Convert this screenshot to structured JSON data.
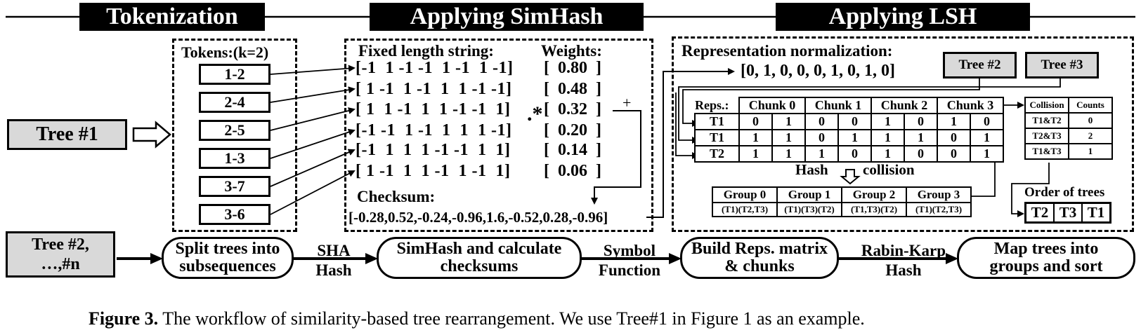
{
  "headers": {
    "tokenization": "Tokenization",
    "simhash": "Applying SimHash",
    "lsh": "Applying LSH"
  },
  "tree1": "Tree #1",
  "tree2n": {
    "line1": "Tree #2,",
    "line2": "…,#n"
  },
  "tokens": {
    "title": "Tokens:(k=2)",
    "items": [
      "1-2",
      "2-4",
      "2-5",
      "1-3",
      "3-7",
      "3-6"
    ]
  },
  "simhash": {
    "fixed_label": "Fixed length string:",
    "weights_label": "Weights:",
    "vectors": [
      "[-1  1 -1 -1  1 -1  1 -1]",
      "[ 1 -1  1 -1  1  1 -1 -1]",
      "[ 1  1 -1  1  1 -1 -1  1]",
      "[-1 -1  1 -1  1  1  1 -1]",
      "[-1  1  1  1 -1 -1  1  1]",
      "[ 1 -1  1  1 -1  1 -1  1]"
    ],
    "weights": [
      "[  0.80  ]",
      "[  0.48  ]",
      "[  0.32  ]",
      "[  0.20  ]",
      "[  0.14  ]",
      "[  0.06  ]"
    ],
    "mult": ".*",
    "plus": "+",
    "checksum_label": "Checksum:",
    "checksum": "[-0.28,0.52,-0.24,-0.96,1.6,-0.52,0.28,-0.96]"
  },
  "lsh": {
    "norm_label": "Representation normalization:",
    "norm_vector": "[0, 1, 0, 0, 0, 1, 0, 1, 0]",
    "tree2": "Tree #2",
    "tree3": "Tree #3",
    "reps_label": "Reps.:",
    "chunks": [
      "Chunk 0",
      "Chunk 1",
      "Chunk 2",
      "Chunk 3"
    ],
    "rows": [
      {
        "name": "T1",
        "bits": [
          "0",
          "1",
          "0",
          "0",
          "1",
          "0",
          "1",
          "0"
        ]
      },
      {
        "name": "T1",
        "bits": [
          "1",
          "1",
          "0",
          "1",
          "1",
          "1",
          "0",
          "1"
        ]
      },
      {
        "name": "T2",
        "bits": [
          "1",
          "1",
          "1",
          "0",
          "1",
          "0",
          "0",
          "1"
        ]
      }
    ],
    "hash_collision": "Hash",
    "collision_word": "collision",
    "groups": [
      {
        "name": "Group 0",
        "members": "(T1)(T2,T3)"
      },
      {
        "name": "Group 1",
        "members": "(T1)(T3)(T2)"
      },
      {
        "name": "Group 2",
        "members": "(T1,T3)(T2)"
      },
      {
        "name": "Group 3",
        "members": "(T1)(T2,T3)"
      }
    ],
    "collision_header": "Collision",
    "counts_header": "Counts",
    "collisions": [
      {
        "pair": "T1&T2",
        "count": "0"
      },
      {
        "pair": "T2&T3",
        "count": "2"
      },
      {
        "pair": "T1&T3",
        "count": "1"
      }
    ],
    "order_label": "Order of trees",
    "order": [
      "T2",
      "T3",
      "T1"
    ]
  },
  "pipeline": {
    "steps": [
      {
        "line1": "Split trees into",
        "line2": "subsequences"
      },
      {
        "line1": "SimHash and calculate",
        "line2": "checksums"
      },
      {
        "line1": "Build Reps. matrix",
        "line2": "& chunks"
      },
      {
        "line1": "Map trees into",
        "line2": "groups and sort"
      }
    ],
    "arrows": [
      {
        "line1": "SHA",
        "line2": "Hash"
      },
      {
        "line1": "Symbol",
        "line2": "Function"
      },
      {
        "line1": "Rabin-Karp",
        "line2": "Hash"
      }
    ]
  },
  "caption": {
    "bold": "Figure 3.",
    "text": " The workflow of similarity-based tree rearrangement. We use Tree#1 in Figure 1 as an example."
  }
}
